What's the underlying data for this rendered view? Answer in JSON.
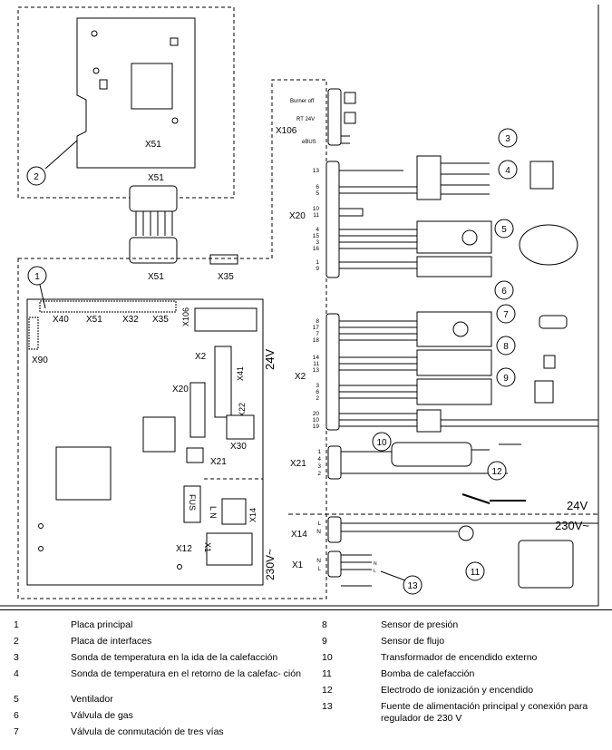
{
  "diagram": {
    "markers": [
      "1",
      "2",
      "3",
      "4",
      "5",
      "6",
      "7",
      "8",
      "9",
      "10",
      "11",
      "12",
      "13"
    ],
    "connectors": {
      "x51_top": "X51",
      "x51_a": "X51",
      "x51_b": "X51",
      "x35": "X35",
      "x40": "X40",
      "x51_board": "X51",
      "x32": "X32",
      "x35_board": "X35",
      "x106_board": "X106",
      "x90": "X90",
      "x2_board": "X2",
      "x41": "X41",
      "x20_board": "X20",
      "x22": "X22",
      "x30": "X30",
      "x21_board": "X21",
      "x14_board": "X14",
      "x12": "X12",
      "x1_board": "X1",
      "fus": "FUS",
      "ln": "L N",
      "x106": "X106",
      "x20": "X20",
      "x2": "X2",
      "x21": "X21",
      "x14": "X14",
      "x1": "X1"
    },
    "terminals": {
      "burner_off": "Burner off",
      "rt24v": "RT 24V",
      "ebus": "eBUS",
      "l_label": "L",
      "n_label": "N"
    },
    "voltages": {
      "v24_board": "24V",
      "v230_board": "230V~",
      "v24_right": "24V",
      "v230_right": "230V~"
    },
    "pins": {
      "x20": [
        "13",
        "6",
        "5",
        "10",
        "11",
        "4",
        "15",
        "3",
        "16",
        "1",
        "9"
      ],
      "x2": [
        "8",
        "17",
        "7",
        "18",
        "14",
        "11",
        "13",
        "3",
        "6",
        "2",
        "20",
        "10",
        "19"
      ],
      "x21": [
        "1",
        "4",
        "3",
        "2"
      ],
      "x14": [
        "L",
        "N"
      ],
      "x1": [
        "N",
        "L"
      ]
    }
  },
  "legend": [
    {
      "num": "1",
      "text": "Placa principal"
    },
    {
      "num": "2",
      "text": "Placa de interfaces"
    },
    {
      "num": "3",
      "text": "Sonda de temperatura en la ida de la calefacción"
    },
    {
      "num": "4",
      "text": "Sonda de temperatura en el retorno de la calefac- ción"
    },
    {
      "num": "5",
      "text": "Ventilador"
    },
    {
      "num": "6",
      "text": "Válvula de gas"
    },
    {
      "num": "7",
      "text": "Válvula de conmutación de tres vías"
    },
    {
      "num": "8",
      "text": "Sensor de presión"
    },
    {
      "num": "9",
      "text": "Sensor de flujo"
    },
    {
      "num": "10",
      "text": "Transformador de encendido externo"
    },
    {
      "num": "11",
      "text": "Bomba de calefacción"
    },
    {
      "num": "12",
      "text": "Electrodo de ionización y encendido"
    },
    {
      "num": "13",
      "text": "Fuente de alimentación principal y conexión para regulador de 230 V"
    }
  ]
}
